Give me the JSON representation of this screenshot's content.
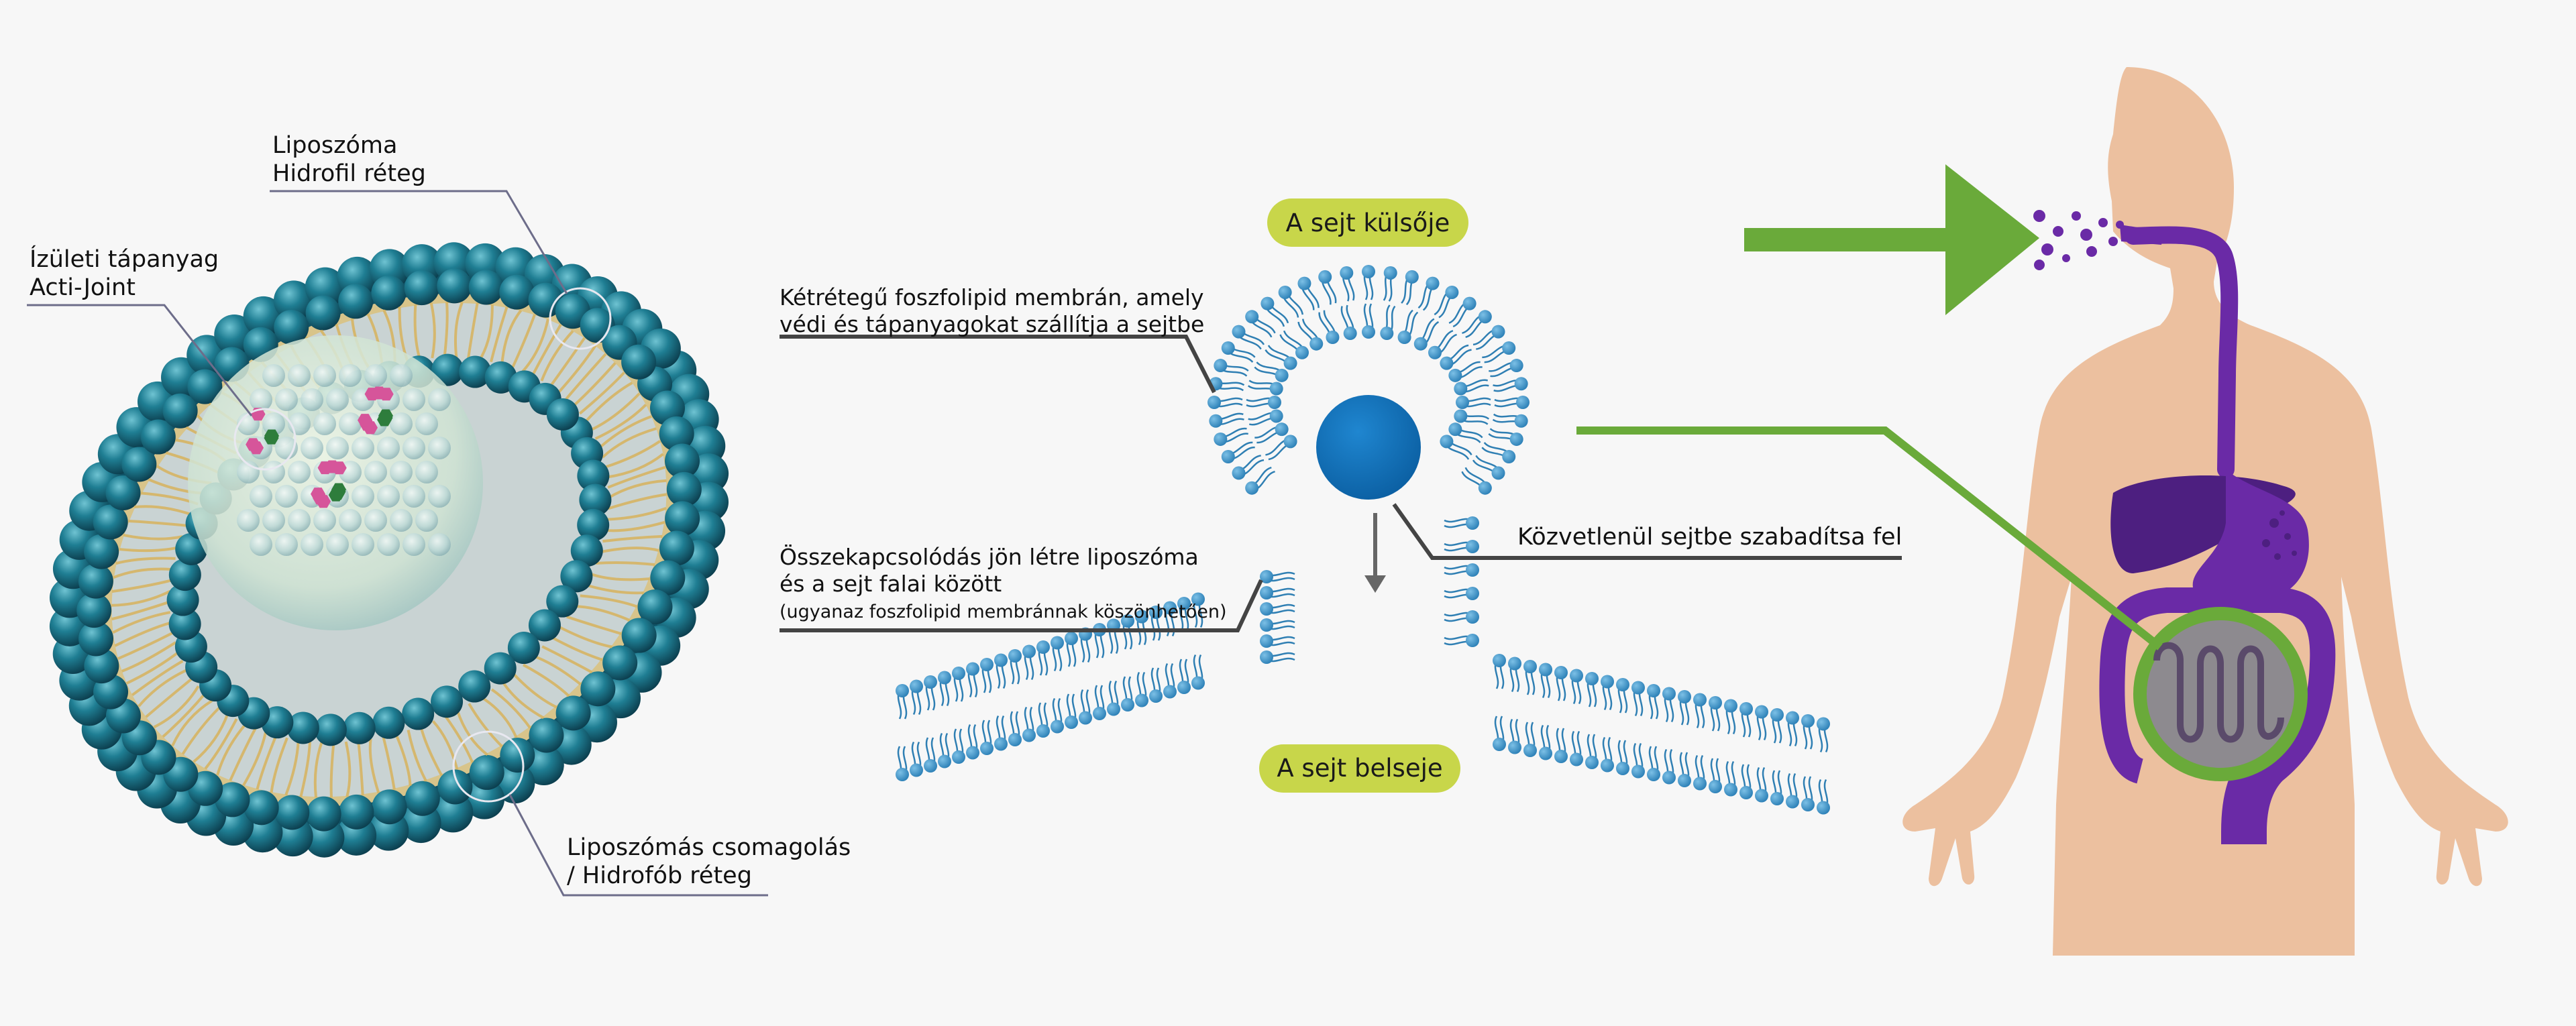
{
  "liposome": {
    "hydrophilic_label": [
      "Liposzóma",
      "Hidrofil réteg"
    ],
    "nutrient_label": [
      "Ízületi tápanyag",
      "Acti-Joint"
    ],
    "packaging_label": [
      "Liposzómás csomagolás",
      "/ Hidrofób réteg"
    ]
  },
  "cell": {
    "outside_label": "A sejt külsője",
    "inside_label": "A sejt belseje",
    "membrane_label": [
      "Kétrétegű foszfolipid membrán, amely",
      "védi és tápanyagokat szállítja a sejtbe"
    ],
    "fusion_label": [
      "Összekapcsolódás jön létre liposzóma",
      "és a sejt falai között"
    ],
    "fusion_note": "(ugyanaz foszfolipid membránnak köszönhetően)",
    "release_label": "Közvetlenül sejtbe szabadítsa fel"
  },
  "colors": {
    "teal": "#1f6f86",
    "membrane_blue": "#3c8fc5",
    "core_blue": "#0d6fb8",
    "pill_green": "#c8d64a",
    "arrow_green": "#6aaa3a",
    "skin": "#ecc09f",
    "organ_purple": "#6a2aa6",
    "label_line": "#444444"
  }
}
